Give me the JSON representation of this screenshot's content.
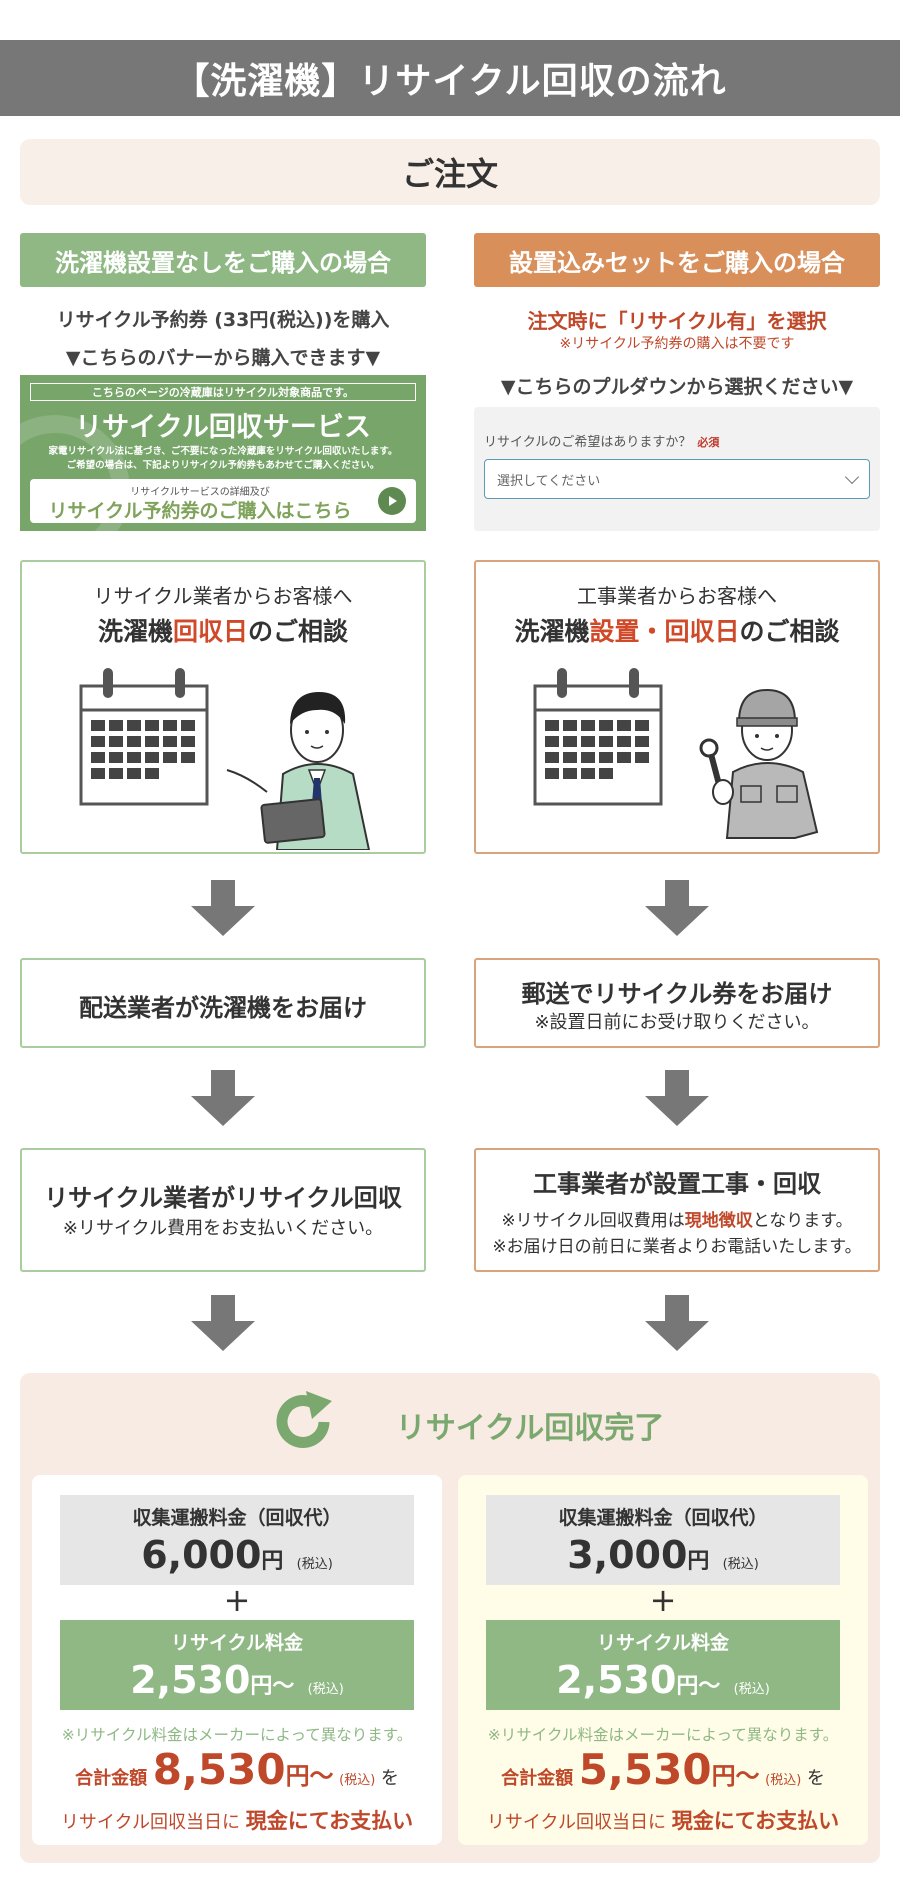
{
  "title": "【洗濯機】リサイクル回収の流れ",
  "order": "ご注文",
  "left": {
    "header": "洗濯機設置なしをご購入の場合",
    "line1": "リサイクル予約券 (33円(税込))を購入",
    "line2": "▼こちらのバナーから購入できます▼",
    "banner": {
      "notice": "こちらのページの冷蔵庫はリサイクル対象商品です。",
      "title": "リサイクル回収サービス",
      "desc1": "家電リサイクル法に基づき、ご不要になった冷蔵庫をリサイクル回収いたします。",
      "desc2": "ご希望の場合は、下記よりリサイクル予約券もあわせてご購入ください。",
      "button_sub": "リサイクルサービスの詳細及び",
      "button_main": "リサイクル予約券のご購入はこちら"
    },
    "box1_l1": "リサイクル業者からお客様へ",
    "box1_l2a": "洗濯機",
    "box1_l2b": "回収日",
    "box1_l2c": "のご相談",
    "step2": "配送業者が洗濯機をお届け",
    "step3_main": "リサイクル業者がリサイクル回収",
    "step3_note": "※リサイクル費用をお支払いください。"
  },
  "right": {
    "header": "設置込みセットをご購入の場合",
    "line1a": "注文時に「",
    "line1b": "リサイクル有",
    "line1c": "」を選択",
    "line1_note": "※リサイクル予約券の購入は不要です",
    "line2": "▼こちらのプルダウンから選択ください▼",
    "form_label": "リサイクルのご希望はありますか？",
    "form_required": "必須",
    "form_placeholder": "選択してください",
    "box1_l1": "工事業者からお客様へ",
    "box1_l2a": "洗濯機",
    "box1_l2b": "設置・回収日",
    "box1_l2c": "のご相談",
    "step2_main": "郵送でリサイクル券をお届け",
    "step2_note": "※設置日前にお受け取りください。",
    "step3_main": "工事業者が設置工事・回収",
    "step3_note1a": "※リサイクル回収費用は",
    "step3_note1b": "現地徴収",
    "step3_note1c": "となります。",
    "step3_note2": "※お届け日の前日に業者よりお電話いたします。"
  },
  "complete": {
    "title": "リサイクル回収完了",
    "cards": [
      {
        "fee1_label": "収集運搬料金（回収代）",
        "fee1_amount": "6,000",
        "fee1_unit": "円",
        "fee1_tax": "(税込)",
        "plus": "+",
        "fee2_label": "リサイクル料金",
        "fee2_amount": "2,530",
        "fee2_unit": "円〜",
        "fee2_tax": "(税込)",
        "note": "※リサイクル料金はメーカーによって異なります。",
        "total_label": "合計金額",
        "total_amount": "8,530",
        "total_unit": "円〜",
        "total_tax": "(税込)",
        "total_suffix": "を",
        "pay_a": "リサイクル回収当日に",
        "pay_b": "現金にてお支払い",
        "bg": "#ffffff"
      },
      {
        "fee1_label": "収集運搬料金（回収代）",
        "fee1_amount": "3,000",
        "fee1_unit": "円",
        "fee1_tax": "(税込)",
        "plus": "+",
        "fee2_label": "リサイクル料金",
        "fee2_amount": "2,530",
        "fee2_unit": "円〜",
        "fee2_tax": "(税込)",
        "note": "※リサイクル料金はメーカーによって異なります。",
        "total_label": "合計金額",
        "total_amount": "5,530",
        "total_unit": "円〜",
        "total_tax": "(税込)",
        "total_suffix": "を",
        "pay_a": "リサイクル回収当日に",
        "pay_b": "現金にてお支払い",
        "bg": "#fffde8"
      }
    ]
  },
  "colors": {
    "green": "#8fb885",
    "orange": "#d98f5a",
    "red": "#d04a2a",
    "gray": "#777777",
    "beige": "#f8efe8"
  },
  "icons": [
    "calendar-icon",
    "worker-icon",
    "down-arrow-icon",
    "recycle-arrow-icon",
    "play-icon",
    "chevron-down-icon"
  ]
}
